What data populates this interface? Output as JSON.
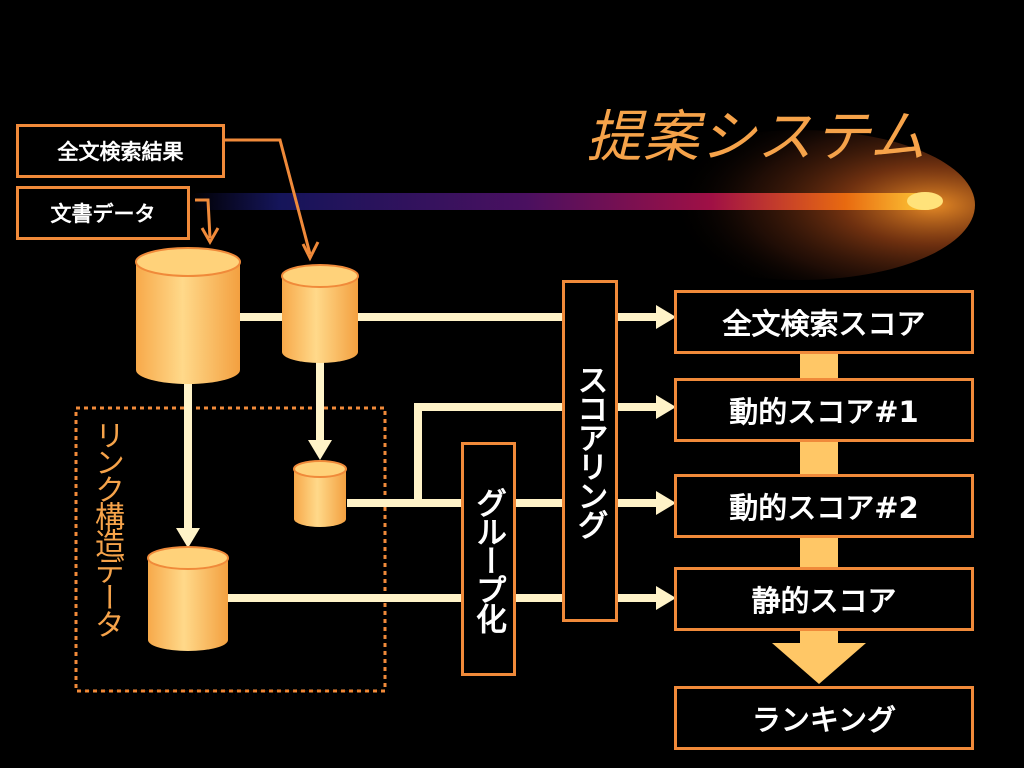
{
  "slide": {
    "title": "提案システム",
    "inputs": {
      "fulltext_result": "全文検索結果",
      "document_data": "文書データ"
    },
    "link_structure_label": "リンク構造データ",
    "grouping_label": "グループ化",
    "scoring_label": "スコアリング",
    "scores": [
      "全文検索スコア",
      "動的スコア#1",
      "動的スコア#2",
      "静的スコア"
    ],
    "ranking_label": "ランキング"
  },
  "colors": {
    "background": "#000000",
    "accent_orange": "#F08A3A",
    "cylinder_fill": "#FFC766",
    "connector": "#FFF3C8",
    "title_text": "#F6A34A",
    "box_text": "#FFFFFF"
  }
}
